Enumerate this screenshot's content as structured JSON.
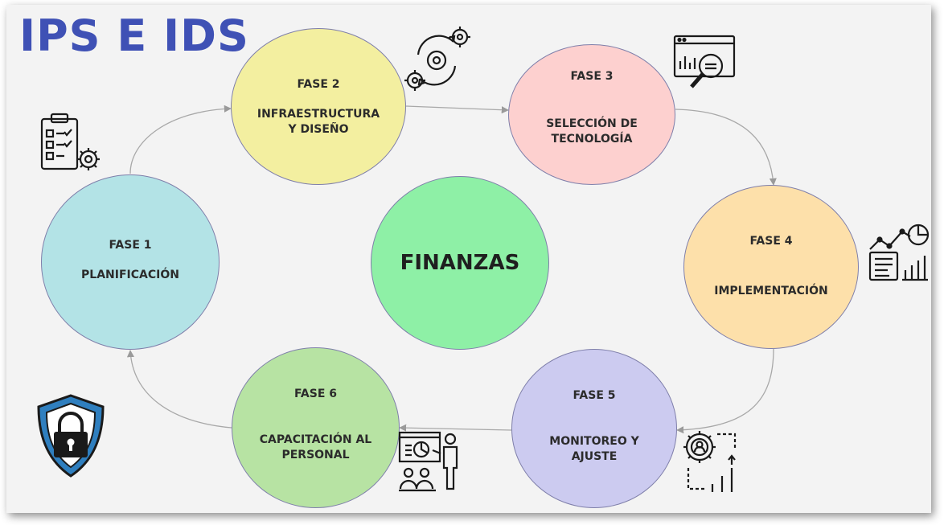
{
  "title": "IPS E IDS",
  "center": {
    "label": "FINANZAS",
    "color": "#8ef0a6"
  },
  "phases": [
    {
      "phase": "FASE 1",
      "name": "PLANIFICACIÓN",
      "color": "#b3e3e6",
      "icon": "checklist-gear-icon"
    },
    {
      "phase": "FASE 2",
      "name": "INFRAESTRUCTURA\nY DISEÑO",
      "color": "#f3efa0",
      "icon": "gears-icon"
    },
    {
      "phase": "FASE 3",
      "name": "SELECCIÓN DE\nTECNOLOGÍA",
      "color": "#fdd0cf",
      "icon": "monitor-search-icon"
    },
    {
      "phase": "FASE 4",
      "name": "IMPLEMENTACIÓN",
      "color": "#fde0aa",
      "icon": "analytics-report-icon"
    },
    {
      "phase": "FASE 5",
      "name": "MONITOREO Y\nAJUSTE",
      "color": "#cccbf0",
      "icon": "monitoring-chart-icon"
    },
    {
      "phase": "FASE 6",
      "name": "CAPACITACIÓN AL\nPERSONAL",
      "color": "#b7e3a3",
      "icon": "training-presentation-icon"
    }
  ],
  "corner_icon": "shield-lock-icon",
  "colors": {
    "title": "#3f51b5",
    "arrow": "#9a9a9a",
    "shield": "#2f7fbf"
  }
}
